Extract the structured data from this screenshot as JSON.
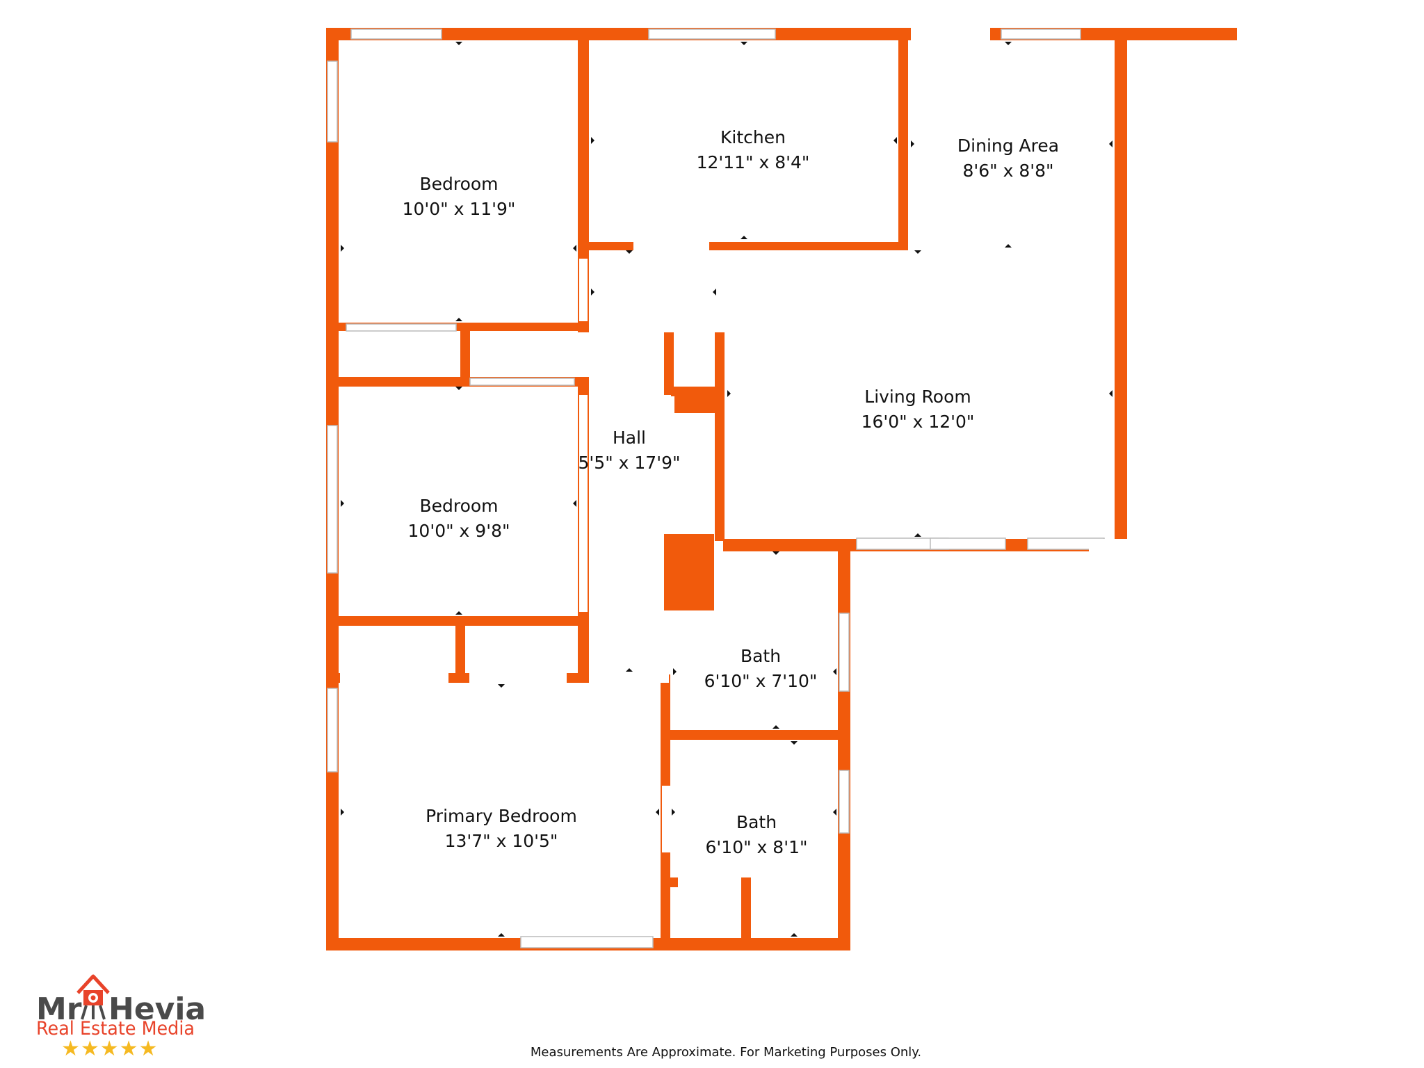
{
  "colors": {
    "wall": "#f15a0c",
    "window_stroke": "#bbbbbb",
    "marker": "#111111",
    "logo_gray": "#4a4a4a",
    "logo_red": "#e8432a",
    "star": "#f5b921"
  },
  "rooms": [
    {
      "id": "bedroom-1",
      "name": "Bedroom",
      "size": "10'0\" x 11'9\""
    },
    {
      "id": "kitchen",
      "name": "Kitchen",
      "size": "12'11\" x 8'4\""
    },
    {
      "id": "dining-area",
      "name": "Dining Area",
      "size": "8'6\" x 8'8\""
    },
    {
      "id": "living-room",
      "name": "Living Room",
      "size": "16'0\" x 12'0\""
    },
    {
      "id": "hall",
      "name": "Hall",
      "size": "5'5\" x 17'9\""
    },
    {
      "id": "bedroom-2",
      "name": "Bedroom",
      "size": "10'0\" x 9'8\""
    },
    {
      "id": "bath-1",
      "name": "Bath",
      "size": "6'10\" x 7'10\""
    },
    {
      "id": "primary-bedroom",
      "name": "Primary Bedroom",
      "size": "13'7\" x 10'5\""
    },
    {
      "id": "bath-2",
      "name": "Bath",
      "size": "6'10\" x 8'1\""
    }
  ],
  "disclaimer": "Measurements Are Approximate. For Marketing Purposes Only.",
  "logo": {
    "left": "Mr",
    "right": "Hevia",
    "tagline": "Real Estate Media",
    "stars": "★★★★★"
  }
}
